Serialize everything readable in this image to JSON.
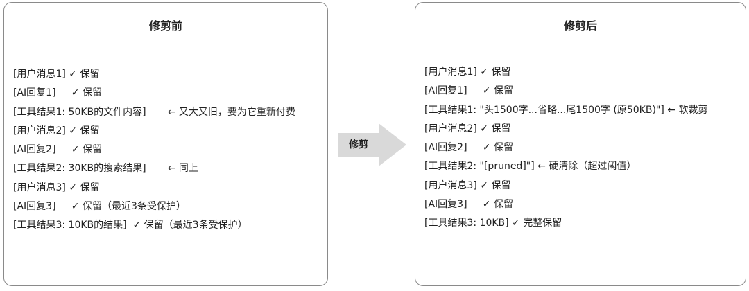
{
  "before": {
    "title": "修剪前",
    "lines": [
      "[用户消息1] ✓ 保留",
      "[AI回复1]     ✓ 保留",
      "[工具结果1: 50KB的文件内容]       ← 又大又旧，要为它重新付费",
      "[用户消息2] ✓ 保留",
      "[AI回复2]     ✓ 保留",
      "[工具结果2: 30KB的搜索结果]       ← 同上",
      "[用户消息3] ✓ 保留",
      "[AI回复3]     ✓ 保留（最近3条受保护）",
      "[工具结果3: 10KB的结果]  ✓ 保留（最近3条受保护）"
    ]
  },
  "arrow": {
    "label": "修剪",
    "color": "#d9d9d9"
  },
  "after": {
    "title": "修剪后",
    "lines": [
      "[用户消息1] ✓ 保留",
      "[AI回复1]     ✓ 保留",
      "[工具结果1: \"头1500字...省略...尾1500字 (原50KB)\"] ← 软裁剪",
      "[用户消息2] ✓ 保留",
      "[AI回复2]     ✓ 保留",
      "[工具结果2: \"[pruned]\"] ← 硬清除（超过阈值）",
      "[用户消息3] ✓ 保留",
      "[AI回复3]     ✓ 保留",
      "[工具结果3: 10KB] ✓ 完整保留"
    ]
  }
}
